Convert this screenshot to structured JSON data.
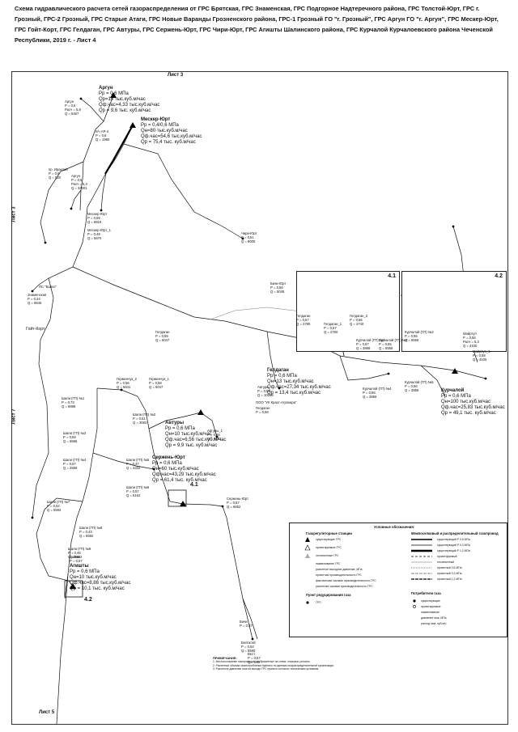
{
  "title": "Схема гидравлического расчета сетей газораспределения от ГРС Брятская, ГРС Знаменская, ГРС Подгорное Надтеречного района, ГРС Толстой-Юрт, ГРС г. Грозный, ГРС-2 Грозный, ГРС Старые Атаги, ГРС Новые Варанды Грозненского района, ГРС-1 Грозный ГО \"г. Грозный\", ГРС Аргун ГО \"г. Аргун\", ГРС Мескер-Юрт, ГРС Гойт-Корт, ГРС Гелдаган, ГРС Автуры, ГРС Сержень-Юрт, ГРС Чири-Юрт, ГРС Агишты Шалинского района, ГРС Курчалой Курчалоевского района Чеченской Республики, 2019 г. - Лист 4",
  "sheets": {
    "top": "Лист 3",
    "left_top": "Лист 3",
    "left_mid": "Лист 7",
    "bottom": "Лист 5"
  },
  "stations": {
    "argun": {
      "name": "Аргун",
      "lines": [
        "Рр = 0,6 МПа",
        "Qр=10 тыс.куб.м/час",
        "Qф.час=4,33 тыс.куб.м/час",
        "Qр = 9,6 тыс. куб.м/час"
      ]
    },
    "mesker": {
      "name": "Мескер-Юрт",
      "lines": [
        "Рр = 0,4/0,6 МПа",
        "Qн=80 тыс.куб.м/час",
        "Qф.час=54,6 тыс.куб.м/час",
        "Qр = 75,4 тыс. куб.м/час"
      ]
    },
    "geldagan": {
      "name": "Гелдаган",
      "lines": [
        "Рр = 0,6 МПа",
        "Qн=13 тыс.куб.м/час",
        "Qф.час=27,34 тыс.куб.м/час",
        "Qр = 13,4 тыс.куб.м/час"
      ]
    },
    "kurchaloy": {
      "name": "Курчалой",
      "lines": [
        "Рр = 0,6 МПа",
        "Qн=100 тыс.куб.м/час",
        "Qф.час=25,83 тыс.куб.м/час",
        "Qр = 49,1 тыс. куб.м/час"
      ]
    },
    "avtury": {
      "name": "Автуры",
      "lines": [
        "Рр = 0,6 МПа",
        "Qн=10 тыс.куб.м/час",
        "Qф.час=6,56 тыс.куб.м/час",
        "Qр = 9,9 тыс. куб.м/час"
      ]
    },
    "serzhen": {
      "name": "Сержень-Юрт",
      "lines": [
        "Рр = 0,6 МПа",
        "Qн=60 тыс.куб.м/час",
        "Qф.час=43,29 тыс.куб.м/час",
        "Qр = 61,4 тыс. куб.м/час"
      ]
    },
    "agishty": {
      "name": "Агишты",
      "lines": [
        "Рр = 0,6 МПа",
        "Qн=10 тыс.куб.м/час",
        "Qф.час=8,86 тыс.куб.м/час",
        "Qр = 10,1 тыс. куб.м/час"
      ]
    }
  },
  "places": {
    "goyt_kort": "Гойт-Корт",
    "bayar": "ПС \"Баяхо\"",
    "ooo": "ООО \"УК Крахт-Агрокара\""
  },
  "labels": [
    {
      "id": "l1",
      "lines": [
        "Аргун",
        "Р = 0,6",
        "Расч = 5,8",
        "Q = 6467"
      ]
    },
    {
      "id": "l2",
      "lines": [
        "п/ч АР-4",
        "Р = 0,6",
        "Q = 1980"
      ]
    },
    {
      "id": "l3",
      "lines": [
        "пр. Ираклий",
        "Р = 0,6",
        "Q = 520"
      ]
    },
    {
      "id": "l4",
      "lines": [
        "Аргун",
        "Р = 0,6",
        "Расч = 5,3",
        "Q = 34001"
      ]
    },
    {
      "id": "l5",
      "lines": [
        "Мескер-Юрт",
        "Р = 0,59",
        "Q = 8816"
      ]
    },
    {
      "id": "l6",
      "lines": [
        "Мескер-Юрт_1",
        "Р = 0,49",
        "Q = 5670"
      ]
    },
    {
      "id": "l7",
      "lines": [
        "Чири-Юрт",
        "Р = 0,51",
        "Q = 8005"
      ]
    },
    {
      "id": "l8",
      "lines": [
        "Знаменская",
        "Р = 0,44",
        "Q = 6645"
      ]
    },
    {
      "id": "l9",
      "lines": [
        "Гелдаган",
        "Р = 0,59",
        "Q = 6047"
      ]
    },
    {
      "id": "l10",
      "lines": [
        "Бачи-Юрт",
        "Р = 0,56",
        "Q = 5045"
      ]
    },
    {
      "id": "l11",
      "lines": [
        "Гелдаган",
        "Р = 0,57",
        "Q = 2780"
      ]
    },
    {
      "id": "l12",
      "lines": [
        "Гелдаган_1",
        "Р = 0,57",
        "Q = 2760"
      ]
    },
    {
      "id": "l13",
      "lines": [
        "Гелдаган_2",
        "Р = 0,56",
        "Q = 2740"
      ]
    },
    {
      "id": "l14",
      "lines": [
        "Курчалой (ГП) №1",
        "Р = 0,57",
        "Q = 3868"
      ]
    },
    {
      "id": "l15",
      "lines": [
        "Курчалой (ГП) №2",
        "Р = 0,55",
        "Q = 5556"
      ]
    },
    {
      "id": "l16",
      "lines": [
        "Курчалой (ГП) №3",
        "Р = 0,55",
        "Q = 5556"
      ]
    },
    {
      "id": "l17",
      "lines": [
        "Майртуп",
        "Р = 0,56",
        "Расч = 5,3",
        "Q = 4100"
      ]
    },
    {
      "id": "l18",
      "lines": [
        "Майртуп_1",
        "Р = 0,58",
        "Q = 4105"
      ]
    },
    {
      "id": "l19",
      "lines": [
        "Курчалой (ГП) №4",
        "Р = 0,56",
        "Q = 3856"
      ]
    },
    {
      "id": "l20",
      "lines": [
        "Курчалой (ГП) №5",
        "Р = 0,56",
        "Q = 3856"
      ]
    },
    {
      "id": "l21",
      "lines": [
        "Автуры",
        "Р = 0,58",
        "Q = 10166"
      ]
    },
    {
      "id": "l22",
      "lines": [
        "Гелдаган",
        "Р = 0,58"
      ]
    },
    {
      "id": "l23",
      "lines": [
        "Герменчук_2",
        "Р = 0,56",
        "Q = 5641"
      ]
    },
    {
      "id": "l24",
      "lines": [
        "Герменчук_1",
        "Р = 0,58",
        "Q = 5047"
      ]
    },
    {
      "id": "l25",
      "lines": [
        "Шали (ГП) №1",
        "Р = 0,73",
        "Q = 6888"
      ]
    },
    {
      "id": "l26",
      "lines": [
        "Шали (ГП) №2",
        "Р = 0,61",
        "Q = 3083"
      ]
    },
    {
      "id": "l27",
      "lines": [
        "Шали (ГП) №3",
        "Р = 0,59",
        "Q = 6566"
      ]
    },
    {
      "id": "l28",
      "lines": [
        "Шали (ГП) №4",
        "Р = 0,67",
        "Q = 2559"
      ]
    },
    {
      "id": "l29",
      "lines": [
        "Шали (ГП) №5",
        "Р = 0,47",
        "Q = 4332"
      ]
    },
    {
      "id": "l30",
      "lines": [
        "Шали (ГП) №6",
        "Р = 0,57",
        "Q = 5162"
      ]
    },
    {
      "id": "l31",
      "lines": [
        "Шали (ГП) №7",
        "Р = 0,52",
        "Q = 5592"
      ]
    },
    {
      "id": "l32",
      "lines": [
        "Шали (ГП) №8",
        "Р = 0,43",
        "Q = 5592"
      ]
    },
    {
      "id": "l33",
      "lines": [
        "Шали (ГП) №9",
        "Р = 0,46",
        "Q = 5592"
      ]
    },
    {
      "id": "l34",
      "lines": [
        "Автуры_1",
        "Р = 0,56",
        "Q = 9641"
      ]
    },
    {
      "id": "l35",
      "lines": [
        "Сержень-Юрт",
        "Р = 0,57",
        "Q = 6652"
      ]
    },
    {
      "id": "l36",
      "lines": [
        "Белгатой",
        "Р = 0,54",
        "Q = 5590"
      ]
    },
    {
      "id": "l37",
      "lines": [
        "Бачи",
        "Р = 0,47"
      ]
    },
    {
      "id": "l38",
      "lines": [
        "Вест",
        "Р = 0,57",
        "Q = 285"
      ]
    },
    {
      "id": "l39",
      "lines": [
        "Дзйми",
        "Р = 0,57"
      ]
    }
  ],
  "insets": {
    "a": "4.1",
    "b": "4.2"
  },
  "markers": {
    "a": "4.1",
    "b": "4.2"
  },
  "legend": {
    "title": "Условные обозначения:",
    "col1_title": "Газорегуляторные станции",
    "col2_title": "Межпоселковый и распределительный газопровод",
    "col1": [
      "существующие ГРС",
      "проектируемые ГРС",
      "отключенные ГРС",
      "наименование ГРС",
      "расчетное выходное давление, МПа",
      "проектная производительность ГРС",
      "фактическая часовая производительность ГРС",
      "расчетная часовая производительность ГРС"
    ],
    "col1b_title": "Пункт редуцирования газа",
    "col1b": [
      "ГРП"
    ],
    "col2": [
      "существующий Р 0,6 МПа",
      "существующий Р 0,3 МПа",
      "существующий Р 1,2 МПа",
      "проектируемый",
      "отключенный",
      "проектный 0,6 МПа",
      "проектный 0,3 МПа",
      "проектный 1,2 МПа"
    ],
    "col2b_title": "Потребители газа",
    "col2b": [
      "существующие",
      "проектируемые",
      "наименование",
      "давление газа, МПа",
      "расход газа, куб.м/ч"
    ]
  },
  "notes": {
    "title": "ПРИМЕЧАНИЕ:",
    "items": [
      "1. Местоположение газопроводов, отображенных на схеме, показано условно.",
      "2. Расчетные объемы газопотребления приняты по данным газораспределительной организации.",
      "3. Расчетное давление газа на выходе ГРС принято согласно техническим условиям."
    ]
  }
}
